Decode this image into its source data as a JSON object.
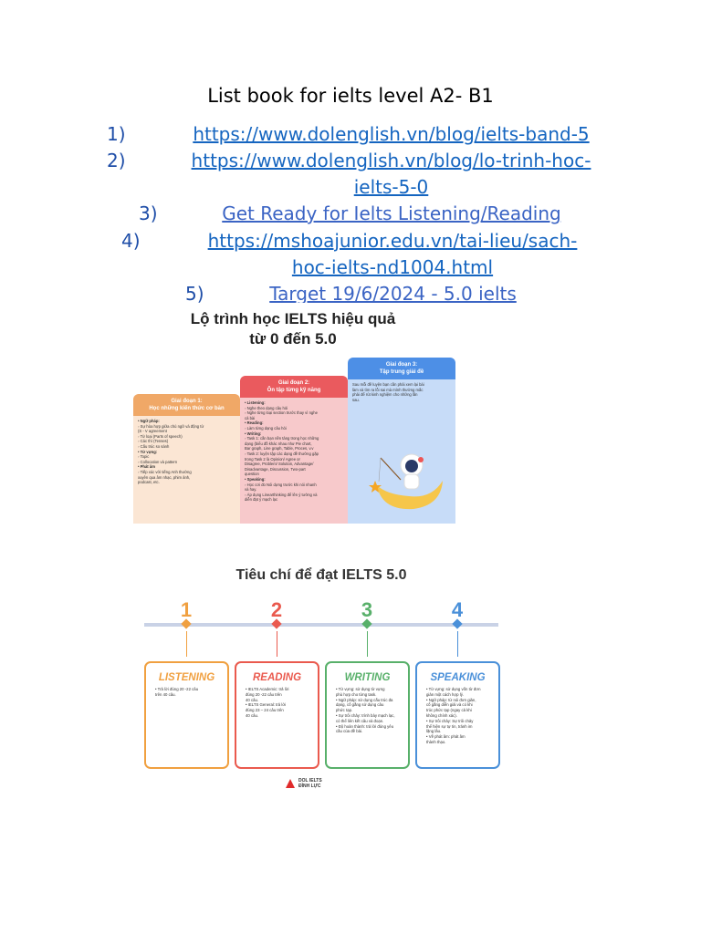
{
  "doc": {
    "title": "List book for ielts level A2- B1",
    "items": [
      {
        "num": "1)",
        "lines": [
          "https://www.dolenglish.vn/blog/ielts-band-5"
        ]
      },
      {
        "num": "2)",
        "lines": [
          "https://www.dolenglish.vn/blog/lo-trinh-hoc-",
          "ielts-5-0"
        ]
      },
      {
        "num": "3)",
        "lines": [
          "Get Ready for Ielts Listening/Reading"
        ]
      },
      {
        "num": "4)",
        "lines": [
          "https://mshoajunior.edu.vn/tai-lieu/sach-",
          "hoc-ielts-nd1004.html"
        ]
      },
      {
        "num": "5)",
        "lines": [
          "Target 19/6/2024   - 5.0 ielts"
        ]
      }
    ]
  },
  "colors": {
    "link": "#1565c0",
    "number": "#1f4ea8",
    "stage1": "#f0a867",
    "stage2": "#ea5a5e",
    "stage3": "#4d8fe6"
  },
  "roadmap": {
    "title_line1": "Lộ trình học IELTS hiệu quả",
    "title_line2": "từ 0 đến 5.0",
    "stages": [
      {
        "head1": "Giai đoạn 1:",
        "head2": "Học những kiến thức cơ bản",
        "body": [
          {
            "h": "• Ngữ pháp:"
          },
          {
            "t": "◦ Sự hòa hợp giữa chủ ngữ và động từ"
          },
          {
            "t": "(S - V agreement"
          },
          {
            "t": "◦ Từ loại (Parts of speech)"
          },
          {
            "t": "◦ Các thì (Tenses)"
          },
          {
            "t": "◦ Cấu trúc so sánh"
          },
          {
            "h": "• Từ vựng:"
          },
          {
            "t": "◦ Topic"
          },
          {
            "t": "◦ Collocation và pattern"
          },
          {
            "h": "• Phát âm"
          },
          {
            "t": "◦ Tiếp xúc với tiếng Anh thường"
          },
          {
            "t": "xuyên qua âm nhạc, phim ảnh,"
          },
          {
            "t": "podcast, etc."
          }
        ]
      },
      {
        "head1": "Giai đoạn 2:",
        "head2": "Ôn tập từng kỹ năng",
        "body": [
          {
            "h": "• Listening:"
          },
          {
            "t": "◦ Nghe theo dạng câu hỏi"
          },
          {
            "t": "◦ Nghe từng loại section trước thay vì nghe"
          },
          {
            "t": "cả bài"
          },
          {
            "h": "• Reading:"
          },
          {
            "t": "◦ Làm từng dạng câu hỏi"
          },
          {
            "h": "• Writing:"
          },
          {
            "t": "◦ Task 1: cần bạn nền tảng trong học những"
          },
          {
            "t": "dạng (biểu đồ khác nhau như Pie chart,"
          },
          {
            "t": "Bar graph, Line graph, Table, Proces, v.v"
          },
          {
            "t": "◦ Task 2: luyện tập các dạng đề thường gặp"
          },
          {
            "t": "trong Task 2 là Opinion/ Agree or"
          },
          {
            "t": "Disagree, Problem/ Solution, Advantage/"
          },
          {
            "t": "Disadvantage, Discussion, Two-part"
          },
          {
            "t": "question"
          },
          {
            "h": "• Speaking:"
          },
          {
            "t": "◦ Học cơi đo Nói dựng trước khi nói nhanh"
          },
          {
            "t": "và hay."
          },
          {
            "t": "◦ Áp dụng Linearthinking để lên ý tưởng và"
          },
          {
            "t": "diễn đạt ý mạch lạc"
          }
        ]
      },
      {
        "head1": "Giai đoạn 3:",
        "head2": "Tập trung giải đề",
        "body": [
          {
            "t": "Sau mỗi đề luyện bạn cần phải xem lại bài"
          },
          {
            "t": "làm và tìm ra lỗi sai mà mình thường mắc"
          },
          {
            "t": "phải để rút kinh nghiệm cho những lần"
          },
          {
            "t": "sau."
          }
        ]
      }
    ]
  },
  "criteria": {
    "title": "Tiêu chí để đạt IELTS 5.0",
    "steps": [
      {
        "num": "1",
        "color": "#f0a040",
        "title": "LISTENING",
        "body": [
          {
            "t": "• Trả lời đúng 20 -22 câu"
          },
          {
            "t": "trên 40 câu."
          }
        ]
      },
      {
        "num": "2",
        "color": "#ea5a4e",
        "title": "READING",
        "body": [
          {
            "t": "• IELTS Academic: trả lời"
          },
          {
            "t": "đúng 20 -22 câu trên"
          },
          {
            "t": "40 câu."
          },
          {
            "t": "• IELTS General: trả lời"
          },
          {
            "t": "đúng 23 – 24 câu trên"
          },
          {
            "t": "40 câu."
          }
        ]
      },
      {
        "num": "3",
        "color": "#58b06a",
        "title": "WRITING",
        "body": [
          {
            "t": "• Từ vựng: sử dụng từ vựng"
          },
          {
            "t": "phù hợp cho từng task."
          },
          {
            "t": "• Ngữ pháp: sử dụng cấu trúc đa"
          },
          {
            "t": "dạng, cố gắng sử dụng câu"
          },
          {
            "t": "phức tạp."
          },
          {
            "t": "• Sự trôi chảy: trình bày mạch lạc,"
          },
          {
            "t": "có thể liên kết câu và đoạn."
          },
          {
            "t": "• Độ hoàn thành: trả lời đúng yêu"
          },
          {
            "t": "cầu của đề bài."
          }
        ]
      },
      {
        "num": "4",
        "color": "#4a90d9",
        "title": "SPEAKING",
        "body": [
          {
            "t": "• Từ vựng: sử dụng vốn từ đơn"
          },
          {
            "t": "giản một cách hợp lý."
          },
          {
            "t": "• Ngữ pháp: từ nói đơn giản,"
          },
          {
            "t": "cố gắng diễn giải và có khi"
          },
          {
            "t": "trúc phức tạp (ngay cả khi"
          },
          {
            "t": "không chính xác)."
          },
          {
            "t": "• Sự trôi chảy: Sự trôi chảy"
          },
          {
            "t": "thể hiện sự tự tin, tránh im"
          },
          {
            "t": "lặng lâu."
          },
          {
            "t": "• Về phát âm: phát âm"
          },
          {
            "t": "thành thạo."
          }
        ]
      }
    ],
    "brand_line1": "DOL IELTS",
    "brand_line2": "ĐÌNH LỰC"
  }
}
